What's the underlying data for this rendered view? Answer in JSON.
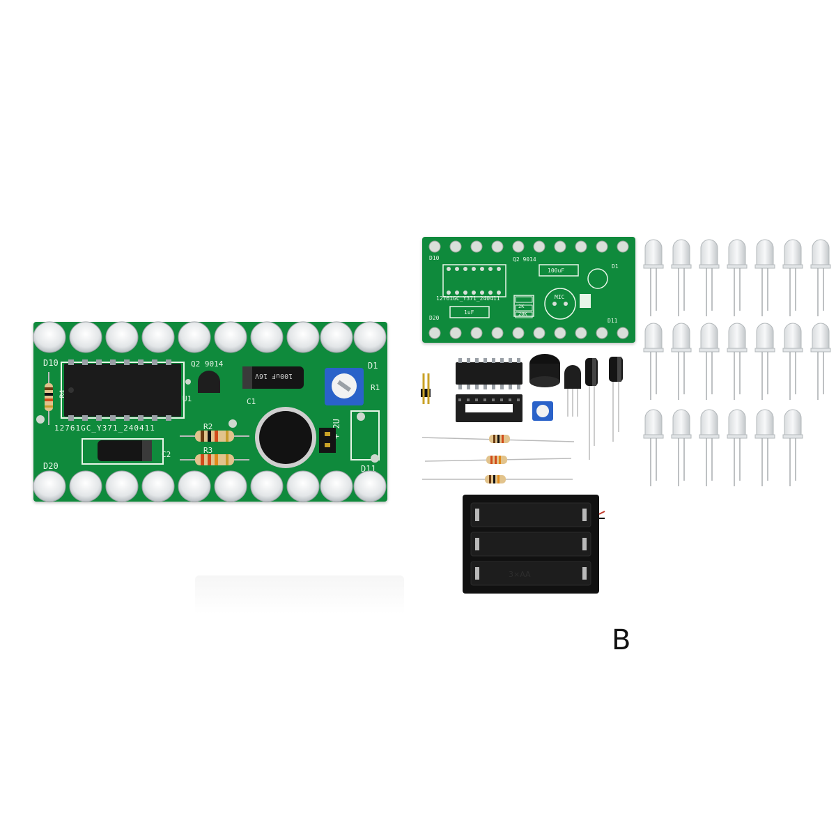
{
  "assembled_board": {
    "marking_d10": "D10",
    "marking_d1": "D1",
    "marking_d20": "D20",
    "marking_d11": "D11",
    "marking_q2": "Q2  9014",
    "marking_u1": "U1",
    "marking_c1": "C1",
    "marking_c2": "C2",
    "marking_r1": "R1",
    "marking_r2": "R2",
    "marking_r3": "R3",
    "marking_r4": "R4",
    "marking_board_id": "12761GC_Y371_240411",
    "marking_power": "+ 2U",
    "capacitor_label": "100uF 16V",
    "colors": {
      "pcb": "#0f8a3c",
      "silkscreen": "#e8f5e8"
    }
  },
  "kit_board": {
    "marking_q2": "Q2  9014",
    "marking_cap": "100uF",
    "marking_mic": "MIC",
    "marking_board_id": "12761GC_Y371_240411",
    "marking_d10": "D10",
    "marking_d20": "D20",
    "marking_d1": "D1",
    "marking_d11": "D11",
    "marking_1uf": "1uF",
    "marking_20k": "20K",
    "marking_2k": "2K"
  },
  "kit_parts": {
    "battery_holder_text": "3×AA"
  },
  "variant_label": "B"
}
